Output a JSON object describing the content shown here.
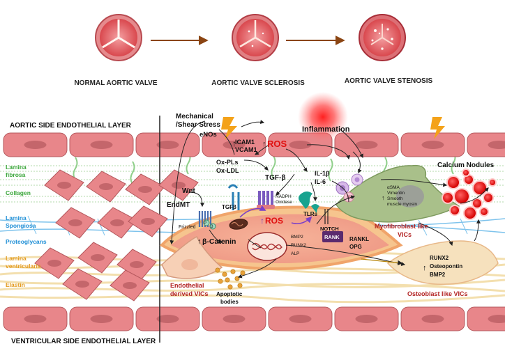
{
  "stages": {
    "normal": "NORMAL AORTIC VALVE",
    "sclerosis": "AORTIC VALVE SCLEROSIS",
    "stenosis": "AORTIC VALVE STENOSIS"
  },
  "layers": {
    "aortic": "AORTIC SIDE ENDOTHELIAL LAYER",
    "ventricular": "VENTRICULAR SIDE ENDOTHELIAL LAYER"
  },
  "left_labels": {
    "lamina_fibrosa_1": "Lamina",
    "lamina_fibrosa_2": "fibrosa",
    "collagen": "Collagen",
    "lamina_spongiosa_1": "Lamina",
    "lamina_spongiosa_2": "Spongiosa",
    "proteoglycans": "Proteoglycans",
    "lamina_ventricularis_1": "Lamina",
    "lamina_ventricularis_2": "ventricularis",
    "elastin": "Elastin"
  },
  "labels": {
    "mechanical_1": "Mechanical",
    "mechanical_2": "/Shear Stress",
    "enos": "eNOs",
    "icam1": "ICAM1",
    "vcam1": "VCAM1",
    "ros_top": "ROS",
    "oxpls": "Ox-PLs",
    "oxldl": "Ox-LDL",
    "tgfb_main": "TGF-β",
    "inflammation": "Inflammation",
    "il1b": "IL-1β",
    "il6": "IL-6",
    "calcium_nodules": "Calcium Nodules",
    "wnt": "Wnt",
    "endmt": "EndMT",
    "tgfb_receptor": "TGFβ",
    "nadph_1": "NADPH",
    "nadph_2": "Oxidase",
    "ros_center": "ROS",
    "tlrs": "TLRs",
    "notch": "NOTCH",
    "frizzled": "Frizzled",
    "beta_catenin": "β-Catenin",
    "bmp2_small": "BMP2",
    "runx2_small": "RUNX2",
    "alp_small": "ALP",
    "rank": "RANK",
    "rankl": "RANKL",
    "opg": "OPG",
    "alpha_sma": "αSMA",
    "vimentin": "Vimentin",
    "smooth": "Smooth",
    "muscle_myosin": "muscle myosin",
    "myofibroblast_1": "Myofibroblast like",
    "myofibroblast_2": "VICs",
    "runx2_ost": "RUNX2",
    "osteopontin": "Osteopontin",
    "bmp2_ost": "BMP2",
    "osteoblast": "Osteoblast like VICs",
    "endothelial_1": "Endothelial",
    "endothelial_2": "derived VICs",
    "apoptotic_1": "Apoptotic",
    "apoptotic_2": "bodies",
    "cyto_p": "P",
    "cyto_b": "β"
  },
  "colors": {
    "cell_fill": "#e8868a",
    "cell_stroke": "#b5585d",
    "nucleus": "#c4666b",
    "label_green": "#3aa63a",
    "label_blue": "#1f8fd6",
    "label_orange": "#e39a1e",
    "red_text": "#b22222",
    "ros_red": "#e01010",
    "arrow_brown": "#8b4513",
    "myofibroblast_fill": "#a9c08a",
    "osteoblast_fill": "#f6e1bd",
    "elastin": "#f2dca6",
    "membrane": "#f1b98a",
    "rank_purple": "#5b2a6e"
  },
  "icons": {
    "lightning": "lightning-bolt-icon",
    "mitochondria": "mitochondria-icon",
    "nucleus": "nucleus-icon",
    "receptor": "receptor-icon"
  }
}
